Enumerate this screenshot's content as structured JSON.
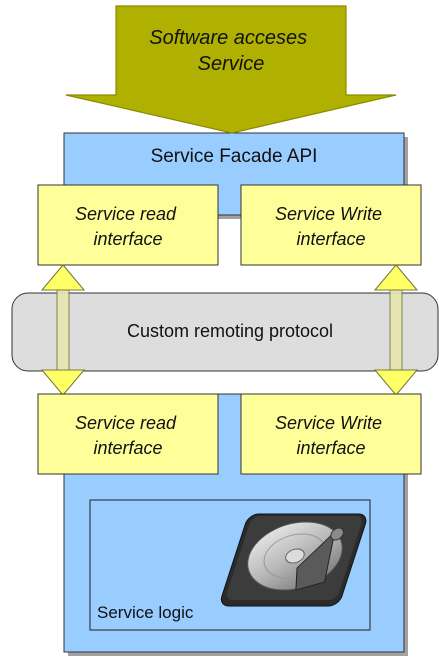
{
  "diagram": {
    "client_arrow_text": [
      "Software acceses",
      "Service"
    ],
    "facade_label": "Service Facade API",
    "top_read_interface": [
      "Service read",
      "interface"
    ],
    "top_write_interface": [
      "Service Write",
      "interface"
    ],
    "protocol_label": "Custom remoting protocol",
    "bottom_read_interface": [
      "Service read",
      "interface"
    ],
    "bottom_write_interface": [
      "Service Write",
      "interface"
    ],
    "logic_label": "Service logic",
    "disk_icon": "hard-disk-icon"
  },
  "colors": {
    "client_arrow": "#b0b000",
    "client_arrow_border": "#8a8a00",
    "facade": "#99ccff",
    "interface": "#ffff99",
    "protocol": "#dddddd",
    "double_arrow": "#e6e6b0",
    "border": "#333333"
  }
}
